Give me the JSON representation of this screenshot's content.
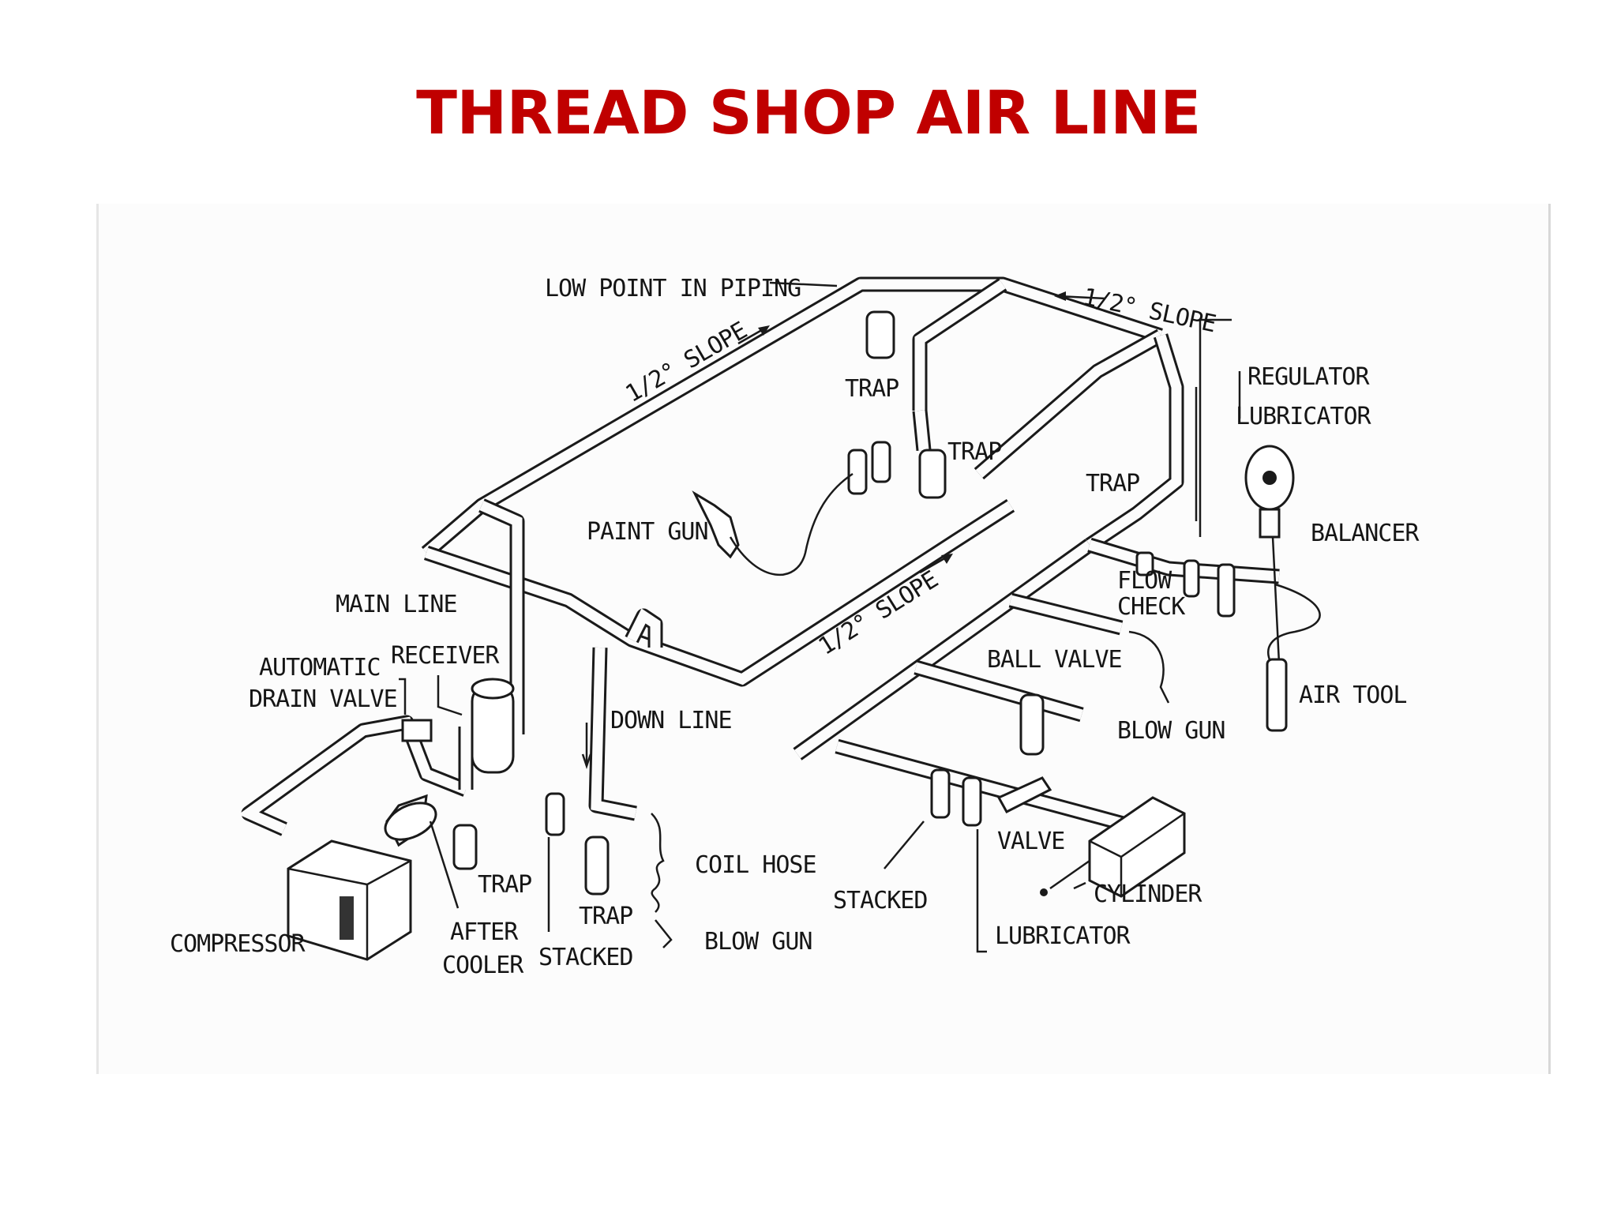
{
  "title": "THREAD SHOP AIR LINE",
  "labels": {
    "low_point": "LOW POINT IN PIPING",
    "slope_top_left": "1/2° SLOPE",
    "slope_top_right": "1/2° SLOPE",
    "slope_bottom": "1/2° SLOPE",
    "trap_top": "TRAP",
    "trap_mid": "TRAP",
    "trap_right": "TRAP",
    "trap_compressor": "TRAP",
    "trap_down": "TRAP",
    "regulator": "REGULATOR",
    "lubricator_top": "LUBRICATOR",
    "balancer": "BALANCER",
    "paint_gun": "PAINT GUN",
    "flow_check_1": "FLOW",
    "flow_check_2": "CHECK",
    "main_line": "MAIN LINE",
    "receiver": "RECEIVER",
    "automatic_1": "AUTOMATIC",
    "automatic_2": "DRAIN VALVE",
    "ball_valve": "BALL VALVE",
    "air_tool": "AIR TOOL",
    "down_line": "DOWN LINE",
    "blow_gun_right": "BLOW GUN",
    "coil_hose": "COIL HOSE",
    "valve": "VALVE",
    "stacked_right": "STACKED",
    "cylinder": "CYLINDER",
    "after_1": "AFTER",
    "after_2": "COOLER",
    "stacked_left": "STACKED",
    "blow_gun_bottom": "BLOW GUN",
    "lubricator_bottom": "LUBRICATOR",
    "compressor": "COMPRESSOR"
  }
}
